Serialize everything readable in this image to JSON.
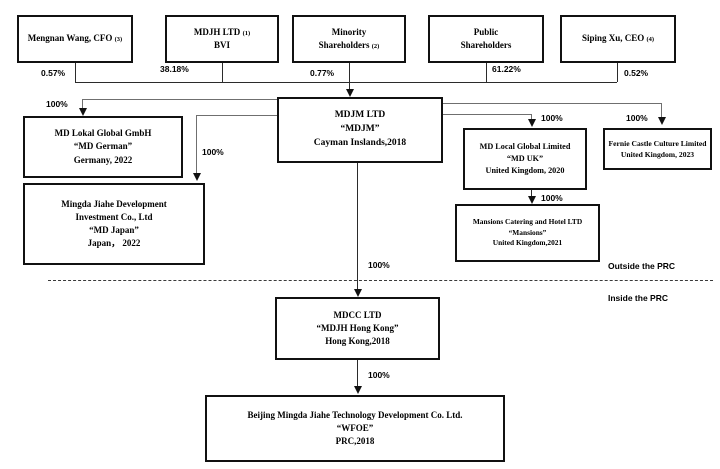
{
  "diagram": {
    "title": "Corporate Structure Chart",
    "stroke_color": "#111111",
    "connector_color": "#6f6f6f",
    "shareholders": [
      {
        "id": "mengnan-wang",
        "lines": [
          "Mengnan Wang, CFO",
          "(3)"
        ],
        "percent": "0.57%"
      },
      {
        "id": "mdjh-ltd",
        "lines": [
          "MDJH LTD",
          "(1)",
          "BVI"
        ],
        "percent": "38.18%"
      },
      {
        "id": "minority-shareholders",
        "lines": [
          "Minority",
          "Shareholders",
          "(2)"
        ],
        "percent": "0.77%"
      },
      {
        "id": "public-shareholders",
        "lines": [
          "Public",
          "Shareholders"
        ],
        "percent": "61.22%"
      },
      {
        "id": "siping-xu",
        "lines": [
          "Siping Xu, CEO",
          "(4)"
        ],
        "percent": "0.52%"
      }
    ],
    "entities": {
      "mdjm": {
        "name": "MDJM LTD",
        "alias": "“MDJM”",
        "location": "Cayman Inslands,2018"
      },
      "md_german": {
        "name": "MD Lokal Global GmbH",
        "alias": "“MD German”",
        "location": "Germany, 2022"
      },
      "md_japan": {
        "name_line1": "Mingda Jiahe Development",
        "name_line2": "Investment Co., Ltd",
        "alias": "“MD Japan”",
        "location": "Japan， 2022"
      },
      "md_uk": {
        "name": "MD Local Global Limited",
        "alias": "“MD UK”",
        "location": "United Kingdom, 2020"
      },
      "mansions": {
        "name": "Mansions Catering and Hotel LTD",
        "alias": "“Mansions”",
        "location": "United Kingdom,2021"
      },
      "fernie": {
        "name": "Fernie Castle Culture Limited",
        "location": "United Kingdom, 2023"
      },
      "mdcc": {
        "name": "MDCC LTD",
        "alias": "“MDJH Hong Kong”",
        "location": "Hong Kong,2018"
      },
      "wfoe": {
        "name": "Beijing Mingda Jiahe Technology Development Co. Ltd.",
        "alias": "“WFOE”",
        "location": "PRC,2018"
      }
    },
    "ownership_percents": {
      "mdjm_to_md_german": "100%",
      "mdjm_to_md_japan": "100%",
      "mdjm_to_md_uk": "100%",
      "mdjm_to_fernie": "100%",
      "md_uk_to_mansions": "100%",
      "mdjm_to_mdcc": "100%",
      "mdcc_to_wfoe": "100%"
    },
    "jurisdiction_labels": {
      "outside": "Outside the PRC",
      "inside": "Inside the PRC"
    }
  }
}
